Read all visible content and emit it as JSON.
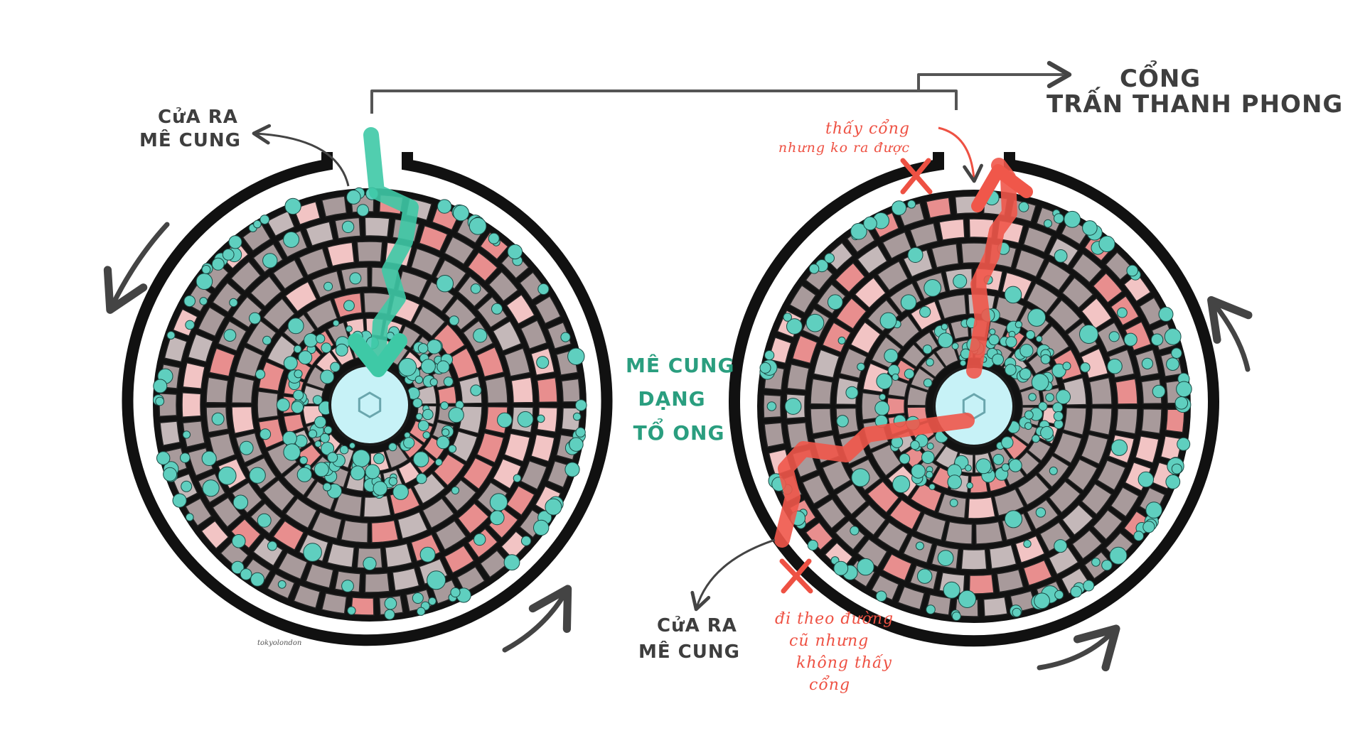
{
  "labels": {
    "gate_title_line1": "CỔNG",
    "gate_title_line2": "TRẤN THANH PHONG",
    "left_exit_line1": "CửA RA",
    "left_exit_line2": "MÊ CUNG",
    "center_line1": "MÊ CUNG",
    "center_line2": "DẠNG",
    "center_line3": "TỔ ONG",
    "right_exit_line1": "CửA RA",
    "right_exit_line2": "MÊ CUNG",
    "note_top_line1": "thấy cổng",
    "note_top_line2": "nhưng ko ra được",
    "note_bottom_line1": "đi theo đường",
    "note_bottom_line2": "cũ nhưng",
    "note_bottom_line3": "không thấy",
    "note_bottom_line4": "cổng",
    "signature": "tokyolondon"
  },
  "colors": {
    "ink": "#111111",
    "stone": "#a89a9b",
    "stone_light": "#c4b8b9",
    "pink": "#e88e8e",
    "pink_light": "#f2c4c4",
    "teal": "#5fcfbf",
    "center": "#c7f2f7",
    "path_green": "#3ec9a6",
    "path_red": "#f0574a",
    "label_green": "#2a9e7f",
    "label_red": "#ee5143",
    "label_dark": "#3e3e3e"
  },
  "icons": [
    "rotation-arrow-icon",
    "exit-arrow-icon",
    "cross-mark-icon",
    "hexagon-icon"
  ]
}
